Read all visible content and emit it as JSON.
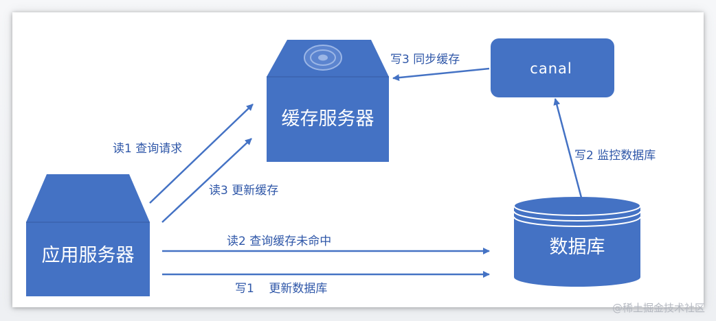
{
  "nodes": {
    "cache_server": "缓存服务器",
    "app_server": "应用服务器",
    "canal": "canal",
    "database": "数据库"
  },
  "edges": {
    "read1": "读1  查询请求",
    "read3": "读3  更新缓存",
    "read2": "读2  查询缓存未命中",
    "write1": "写1    更新数据库",
    "write2": "写2  监控数据库",
    "write3": "写3  同步缓存"
  },
  "watermark": "@稀土掘金技术社区",
  "colors": {
    "node_fill": "#4472c4",
    "arrow": "#4472c4",
    "label_text": "#2f57a8"
  }
}
